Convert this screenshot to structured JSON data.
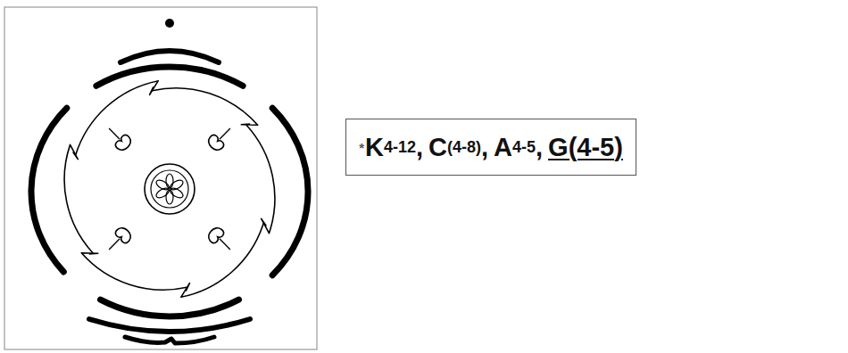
{
  "diagram": {
    "nodes": [
      {
        "text": [
          "*",
          "K",
          "4-12",
          ",",
          "C",
          "(4-8)",
          ",",
          "A",
          "4-5",
          ",",
          "G(4-5)"
        ]
      }
    ]
  }
}
